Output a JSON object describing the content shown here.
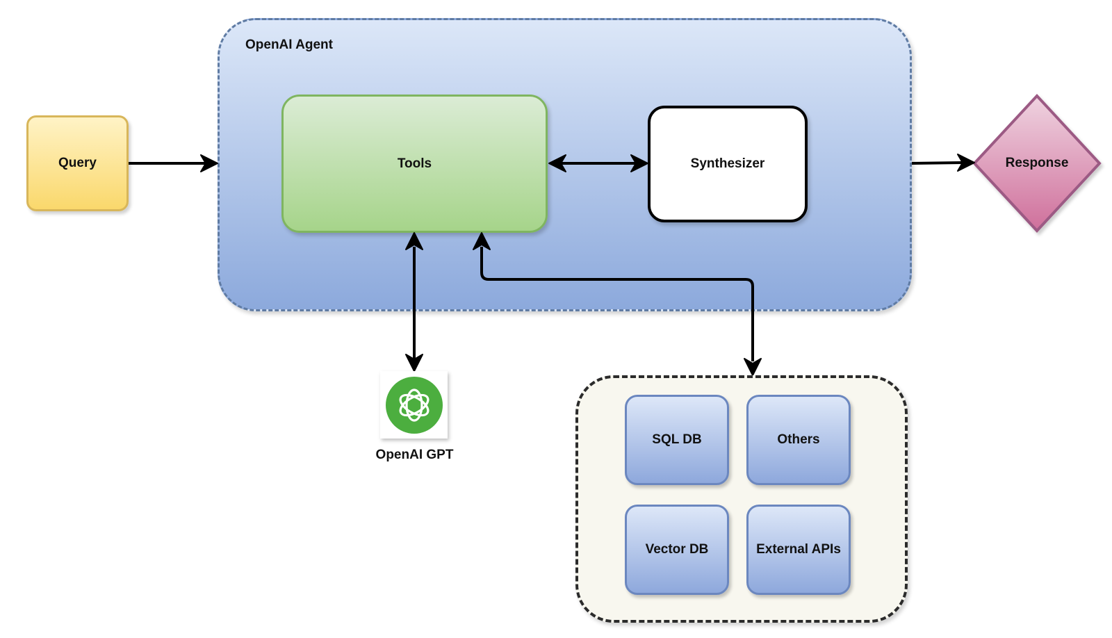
{
  "agent": {
    "title": "OpenAI Agent"
  },
  "nodes": {
    "query": "Query",
    "tools": "Tools",
    "synthesizer": "Synthesizer",
    "response": "Response",
    "openai_gpt": "OpenAI GPT"
  },
  "data_sources": {
    "items": [
      "SQL DB",
      "Others",
      "Vector DB",
      "External APIs"
    ]
  },
  "icons": {
    "gpt_logo": "openai-logo-icon"
  },
  "colors": {
    "query_fill": "#fad86c",
    "tools_fill": "#a6d48a",
    "agent_fill": "#8ca9dc",
    "response_fill": "#d77fa6",
    "gpt_green": "#4cae3f"
  }
}
